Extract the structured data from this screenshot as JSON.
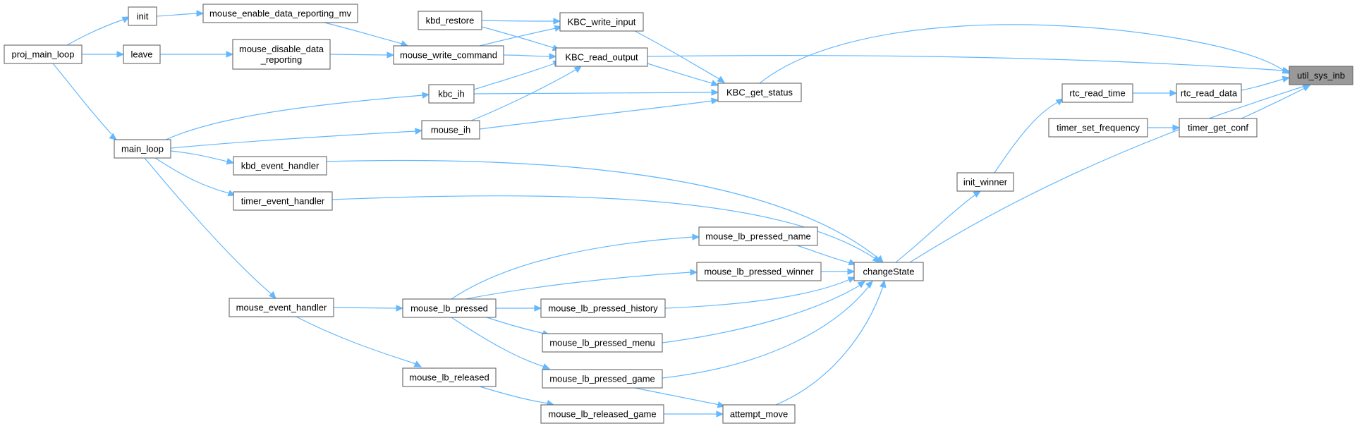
{
  "diagram": {
    "type": "call-graph",
    "colors": {
      "edge": "#63b8ff",
      "node_border": "#666666",
      "root_fill": "#999999",
      "node_fill": "#ffffff"
    },
    "root": "util_sys_inb",
    "nodes": [
      {
        "id": "util_sys_inb",
        "label": "util_sys_inb",
        "root": true
      },
      {
        "id": "proj_main_loop",
        "label": "proj_main_loop"
      },
      {
        "id": "init",
        "label": "init"
      },
      {
        "id": "leave",
        "label": "leave"
      },
      {
        "id": "main_loop",
        "label": "main_loop"
      },
      {
        "id": "mouse_enable_data_reporting_mv",
        "label": "mouse_enable_data_reporting_mv"
      },
      {
        "id": "mouse_disable_data_reporting",
        "label": [
          "mouse_disable_data",
          "_reporting"
        ]
      },
      {
        "id": "mouse_write_command",
        "label": "mouse_write_command"
      },
      {
        "id": "kbd_restore",
        "label": "kbd_restore"
      },
      {
        "id": "KBC_write_input",
        "label": "KBC_write_input"
      },
      {
        "id": "KBC_read_output",
        "label": "KBC_read_output"
      },
      {
        "id": "kbc_ih",
        "label": "kbc_ih"
      },
      {
        "id": "mouse_ih",
        "label": "mouse_ih"
      },
      {
        "id": "KBC_get_status",
        "label": "KBC_get_status"
      },
      {
        "id": "kbd_event_handler",
        "label": "kbd_event_handler"
      },
      {
        "id": "timer_event_handler",
        "label": "timer_event_handler"
      },
      {
        "id": "mouse_event_handler",
        "label": "mouse_event_handler"
      },
      {
        "id": "mouse_lb_pressed",
        "label": "mouse_lb_pressed"
      },
      {
        "id": "mouse_lb_released",
        "label": "mouse_lb_released"
      },
      {
        "id": "mouse_lb_pressed_name",
        "label": "mouse_lb_pressed_name"
      },
      {
        "id": "mouse_lb_pressed_winner",
        "label": "mouse_lb_pressed_winner"
      },
      {
        "id": "mouse_lb_pressed_history",
        "label": "mouse_lb_pressed_history"
      },
      {
        "id": "mouse_lb_pressed_menu",
        "label": "mouse_lb_pressed_menu"
      },
      {
        "id": "mouse_lb_pressed_game",
        "label": "mouse_lb_pressed_game"
      },
      {
        "id": "mouse_lb_released_game",
        "label": "mouse_lb_released_game"
      },
      {
        "id": "attempt_move",
        "label": "attempt_move"
      },
      {
        "id": "changeState",
        "label": "changeState"
      },
      {
        "id": "init_winner",
        "label": "init_winner"
      },
      {
        "id": "rtc_read_time",
        "label": "rtc_read_time"
      },
      {
        "id": "rtc_read_data",
        "label": "rtc_read_data"
      },
      {
        "id": "timer_set_frequency",
        "label": "timer_set_frequency"
      },
      {
        "id": "timer_get_conf",
        "label": "timer_get_conf"
      }
    ],
    "edges": [
      {
        "from": "proj_main_loop",
        "to": "init"
      },
      {
        "from": "proj_main_loop",
        "to": "leave"
      },
      {
        "from": "proj_main_loop",
        "to": "main_loop"
      },
      {
        "from": "init",
        "to": "mouse_enable_data_reporting_mv"
      },
      {
        "from": "leave",
        "to": "mouse_disable_data_reporting"
      },
      {
        "from": "mouse_enable_data_reporting_mv",
        "to": "mouse_write_command"
      },
      {
        "from": "mouse_disable_data_reporting",
        "to": "mouse_write_command"
      },
      {
        "from": "mouse_write_command",
        "to": "KBC_write_input"
      },
      {
        "from": "mouse_write_command",
        "to": "KBC_read_output"
      },
      {
        "from": "kbd_restore",
        "to": "KBC_write_input"
      },
      {
        "from": "kbd_restore",
        "to": "KBC_read_output"
      },
      {
        "from": "kbc_ih",
        "to": "KBC_read_output"
      },
      {
        "from": "mouse_ih",
        "to": "KBC_read_output"
      },
      {
        "from": "KBC_write_input",
        "to": "KBC_get_status"
      },
      {
        "from": "KBC_read_output",
        "to": "KBC_get_status"
      },
      {
        "from": "kbc_ih",
        "to": "KBC_get_status"
      },
      {
        "from": "mouse_ih",
        "to": "KBC_get_status"
      },
      {
        "from": "KBC_get_status",
        "to": "util_sys_inb"
      },
      {
        "from": "KBC_read_output",
        "to": "util_sys_inb"
      },
      {
        "from": "main_loop",
        "to": "kbc_ih"
      },
      {
        "from": "main_loop",
        "to": "mouse_ih"
      },
      {
        "from": "main_loop",
        "to": "kbd_event_handler"
      },
      {
        "from": "main_loop",
        "to": "timer_event_handler"
      },
      {
        "from": "main_loop",
        "to": "mouse_event_handler"
      },
      {
        "from": "kbd_event_handler",
        "to": "changeState"
      },
      {
        "from": "timer_event_handler",
        "to": "changeState"
      },
      {
        "from": "mouse_event_handler",
        "to": "mouse_lb_pressed"
      },
      {
        "from": "mouse_event_handler",
        "to": "mouse_lb_released"
      },
      {
        "from": "mouse_lb_pressed",
        "to": "mouse_lb_pressed_name"
      },
      {
        "from": "mouse_lb_pressed",
        "to": "mouse_lb_pressed_winner"
      },
      {
        "from": "mouse_lb_pressed",
        "to": "mouse_lb_pressed_history"
      },
      {
        "from": "mouse_lb_pressed",
        "to": "mouse_lb_pressed_menu"
      },
      {
        "from": "mouse_lb_pressed",
        "to": "mouse_lb_pressed_game"
      },
      {
        "from": "mouse_lb_released",
        "to": "mouse_lb_released_game"
      },
      {
        "from": "mouse_lb_pressed_name",
        "to": "changeState"
      },
      {
        "from": "mouse_lb_pressed_winner",
        "to": "changeState"
      },
      {
        "from": "mouse_lb_pressed_history",
        "to": "changeState"
      },
      {
        "from": "mouse_lb_pressed_menu",
        "to": "changeState"
      },
      {
        "from": "mouse_lb_pressed_game",
        "to": "changeState"
      },
      {
        "from": "mouse_lb_pressed_game",
        "to": "attempt_move"
      },
      {
        "from": "mouse_lb_released_game",
        "to": "attempt_move"
      },
      {
        "from": "attempt_move",
        "to": "changeState"
      },
      {
        "from": "changeState",
        "to": "init_winner"
      },
      {
        "from": "changeState",
        "to": "util_sys_inb"
      },
      {
        "from": "init_winner",
        "to": "rtc_read_time"
      },
      {
        "from": "rtc_read_time",
        "to": "rtc_read_data"
      },
      {
        "from": "rtc_read_data",
        "to": "util_sys_inb"
      },
      {
        "from": "timer_set_frequency",
        "to": "timer_get_conf"
      },
      {
        "from": "timer_get_conf",
        "to": "util_sys_inb"
      }
    ]
  }
}
